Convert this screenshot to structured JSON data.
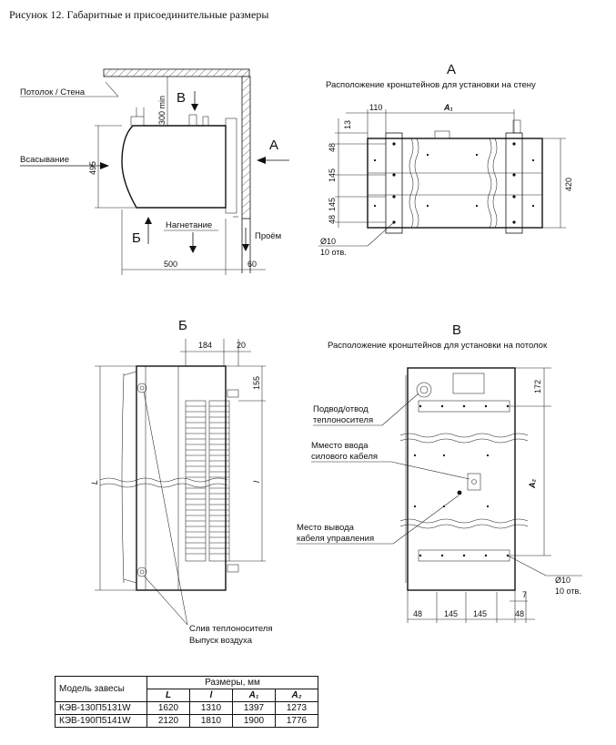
{
  "caption": "Рисунок 12. Габаритные и присоединительные размеры",
  "side_view": {
    "ceiling_label": "Потолок / Стена",
    "intake_label": "Всасывание",
    "discharge_label": "Нагнетание",
    "opening_label": "Проём",
    "view_b_marker": "Б",
    "view_v_marker": "В",
    "view_a_marker": "А",
    "dim_height": "495",
    "dim_clearance": "300 min",
    "dim_depth": "500",
    "dim_gap": "60"
  },
  "view_a": {
    "title": "А",
    "subtitle": "Расположение кронштейнов для установки на стену",
    "dim_110": "110",
    "dim_A1": "A₁",
    "dim_13": "13",
    "dim_48a": "48",
    "dim_145a": "145",
    "dim_145b": "145",
    "dim_48b": "48",
    "dim_420": "420",
    "hole_dia": "Ø10",
    "hole_count": "10 отв."
  },
  "view_b": {
    "title": "Б",
    "dim_184": "184",
    "dim_20": "20",
    "dim_155": "155",
    "dim_L": "L",
    "dim_l": "l",
    "label_drain": "Слив теплоносителя",
    "label_air": "Выпуск воздуха"
  },
  "view_v": {
    "title": "В",
    "subtitle": "Расположение кронштейнов для установки на потолок",
    "label_supply_1": "Подвод/отвод",
    "label_supply_2": "теплоносителя",
    "label_power_1": "Мместо ввода",
    "label_power_2": "силового кабеля",
    "label_control_1": "Место вывода",
    "label_control_2": "кабеля управления",
    "dim_172": "172",
    "dim_A2": "A₂",
    "dim_7": "7",
    "hole_dia": "Ø10",
    "hole_count": "10 отв.",
    "dim_48a": "48",
    "dim_145a": "145",
    "dim_145b": "145",
    "dim_48b": "48"
  },
  "table": {
    "col_model": "Модель завесы",
    "col_sizes": "Размеры, мм",
    "sub_headers": [
      "L",
      "l",
      "A₁",
      "A₂"
    ],
    "rows": [
      {
        "model": "КЭВ-130П5131W",
        "L": "1620",
        "l": "1310",
        "A1": "1397",
        "A2": "1273"
      },
      {
        "model": "КЭВ-190П5141W",
        "L": "2120",
        "l": "1810",
        "A1": "1900",
        "A2": "1776"
      }
    ]
  }
}
